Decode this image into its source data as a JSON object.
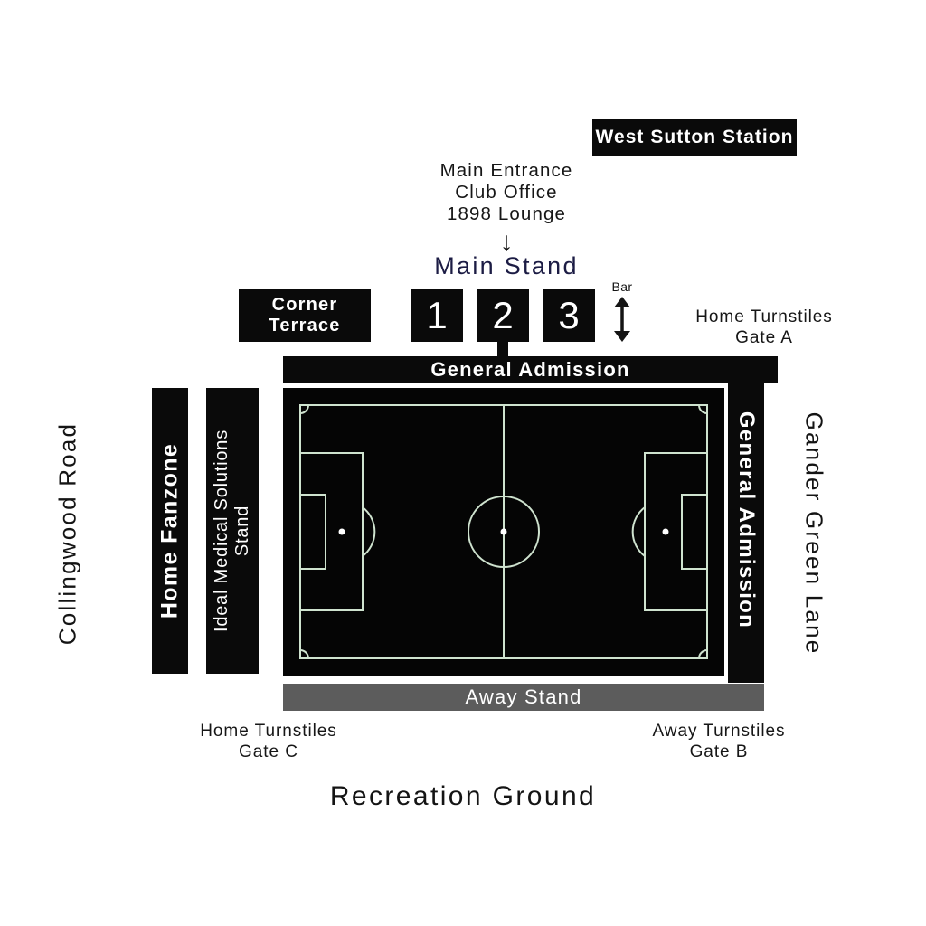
{
  "map": {
    "title": "Recreation Ground",
    "footer_label": "Recreation Ground"
  },
  "station": {
    "label": "West Sutton Station"
  },
  "main_entrance": {
    "line1": "Main Entrance",
    "line2": "Club Office",
    "line3": "1898 Lounge",
    "arrow_glyph": "↓",
    "arrow_icon": "arrow-down-icon"
  },
  "main_stand": {
    "title": "Main Stand",
    "title_color": "#1c1c44",
    "blocks": [
      {
        "label": "1"
      },
      {
        "label": "2"
      },
      {
        "label": "3"
      }
    ]
  },
  "corner_terrace": {
    "line1": "Corner",
    "line2": "Terrace"
  },
  "bar": {
    "label": "Bar",
    "arrow_icon": "double-arrow-vertical-icon"
  },
  "turnstiles": {
    "gate_a": {
      "line1": "Home Turnstiles",
      "line2": "Gate A"
    },
    "gate_b": {
      "line1": "Away Turnstiles",
      "line2": "Gate B"
    },
    "gate_c": {
      "line1": "Home Turnstiles",
      "line2": "Gate C"
    }
  },
  "stands": {
    "general_admission_top": "General Admission",
    "general_admission_right": "General Admission",
    "away_stand": "Away Stand",
    "away_stand_color": "#5c5c5c",
    "home_fanzone": "Home Fanzone",
    "ideal_medical_solutions": "Ideal Medical Solutions Stand"
  },
  "streets": {
    "west": "Collingwood Road",
    "east": "Gander Green Lane"
  },
  "pitch": {
    "surface_color": "#050505",
    "line_color": "#cfe3cf"
  }
}
